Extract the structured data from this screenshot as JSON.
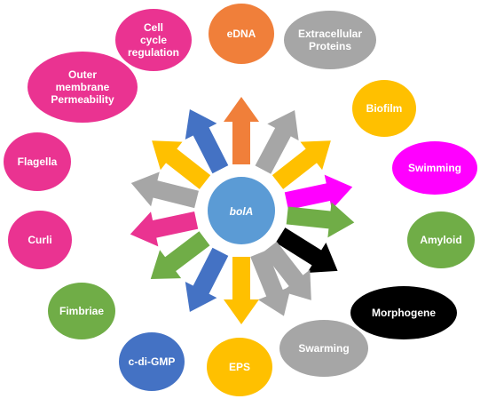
{
  "center": {
    "label": "bolA",
    "color": "#5b9bd5"
  },
  "targets": [
    {
      "id": "edna",
      "label": "eDNA",
      "color": "#f07f3a",
      "text_color": "#ffffff"
    },
    {
      "id": "extracellular-proteins",
      "label": "Extracellular Proteins",
      "color": "#a6a6a6",
      "text_color": "#ffffff"
    },
    {
      "id": "biofilm",
      "label": "Biofilm",
      "color": "#ffc000",
      "text_color": "#ffffff"
    },
    {
      "id": "swimming",
      "label": "Swimming",
      "color": "#ff00ff",
      "text_color": "#ffffff"
    },
    {
      "id": "amyloid",
      "label": "Amyloid",
      "color": "#70ad47",
      "text_color": "#ffffff"
    },
    {
      "id": "morphogene",
      "label": "Morphogene",
      "color": "#000000",
      "text_color": "#ffffff"
    },
    {
      "id": "swarming",
      "label": "Swarming",
      "color": "#a6a6a6",
      "text_color": "#ffffff"
    },
    {
      "id": "eps",
      "label": "EPS",
      "color": "#ffc000",
      "text_color": "#ffffff"
    },
    {
      "id": "c-di-gmp",
      "label": "c-di-GMP",
      "color": "#4472c4",
      "text_color": "#ffffff"
    },
    {
      "id": "fimbriae",
      "label": "Fimbriae",
      "color": "#70ad47",
      "text_color": "#ffffff"
    },
    {
      "id": "curli",
      "label": "Curli",
      "color": "#ea3391",
      "text_color": "#ffffff"
    },
    {
      "id": "flagella",
      "label": "Flagella",
      "color": "#ea3391",
      "text_color": "#ffffff"
    },
    {
      "id": "outer-membrane-permeability",
      "label": "Outer membrane Permeability",
      "color": "#ea3391",
      "text_color": "#ffffff"
    },
    {
      "id": "cell-cycle-regulation",
      "label": "Cell cycle regulation",
      "color": "#ea3391",
      "text_color": "#ffffff"
    }
  ],
  "arrows": [
    {
      "id": "edna",
      "color": "#f07f3a"
    },
    {
      "id": "extracellular-proteins",
      "color": "#a6a6a6"
    },
    {
      "id": "biofilm",
      "color": "#ffc000"
    },
    {
      "id": "swimming",
      "color": "#ff00ff"
    },
    {
      "id": "amyloid",
      "color": "#70ad47"
    },
    {
      "id": "morphogene",
      "color": "#000000"
    },
    {
      "id": "swarming-a",
      "color": "#a6a6a6"
    },
    {
      "id": "swarming-b",
      "color": "#a6a6a6"
    },
    {
      "id": "eps",
      "color": "#ffc000"
    },
    {
      "id": "c-di-gmp",
      "color": "#4472c4"
    },
    {
      "id": "fimbriae",
      "color": "#70ad47"
    },
    {
      "id": "curli",
      "color": "#ea3391"
    },
    {
      "id": "flagella",
      "color": "#a6a6a6"
    },
    {
      "id": "outer-membrane-permeability",
      "color": "#ffc000"
    },
    {
      "id": "cell-cycle-regulation",
      "color": "#4472c4"
    }
  ]
}
